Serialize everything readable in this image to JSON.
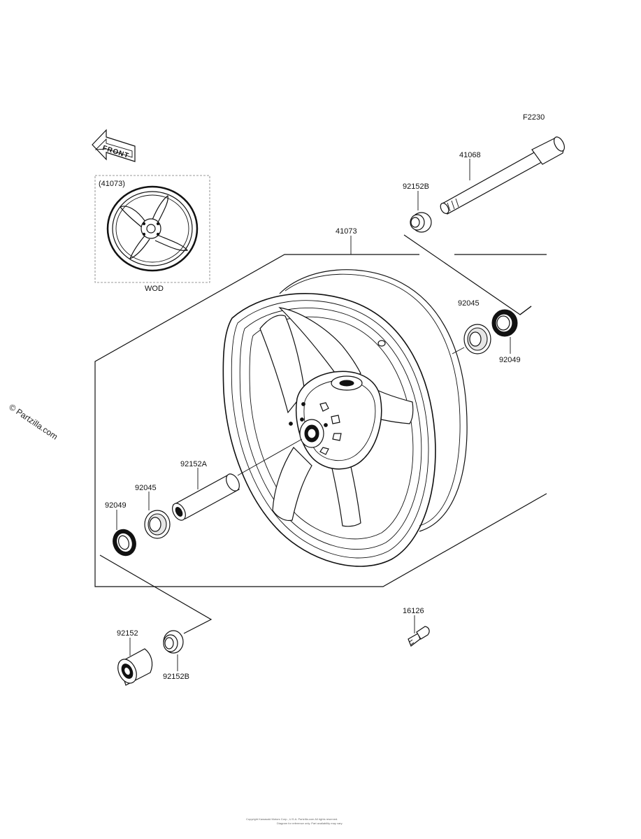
{
  "diagram_code": "F2230",
  "front_marker": "FRONT",
  "inset": {
    "caption": "(41073)",
    "variant": "WOD"
  },
  "labels": {
    "axle": "41068",
    "collar_top": "92152B",
    "wheel_assy": "41073",
    "bearing_right": "92045",
    "seal_right": "92049",
    "spacer": "92152A",
    "bearing_left": "92045",
    "seal_left": "92049",
    "collar_lower": "92152",
    "collar_lower_b": "92152B",
    "valve": "16126"
  },
  "watermark": "© Partzilla.com",
  "footer": {
    "line1": "Copyright Kawasaki Motors Corp., U.S.A. Partzilla.com All rights reserved.",
    "line2": "Diagram for reference only. Part availability may vary."
  },
  "icons": [
    "front-arrow-icon"
  ]
}
